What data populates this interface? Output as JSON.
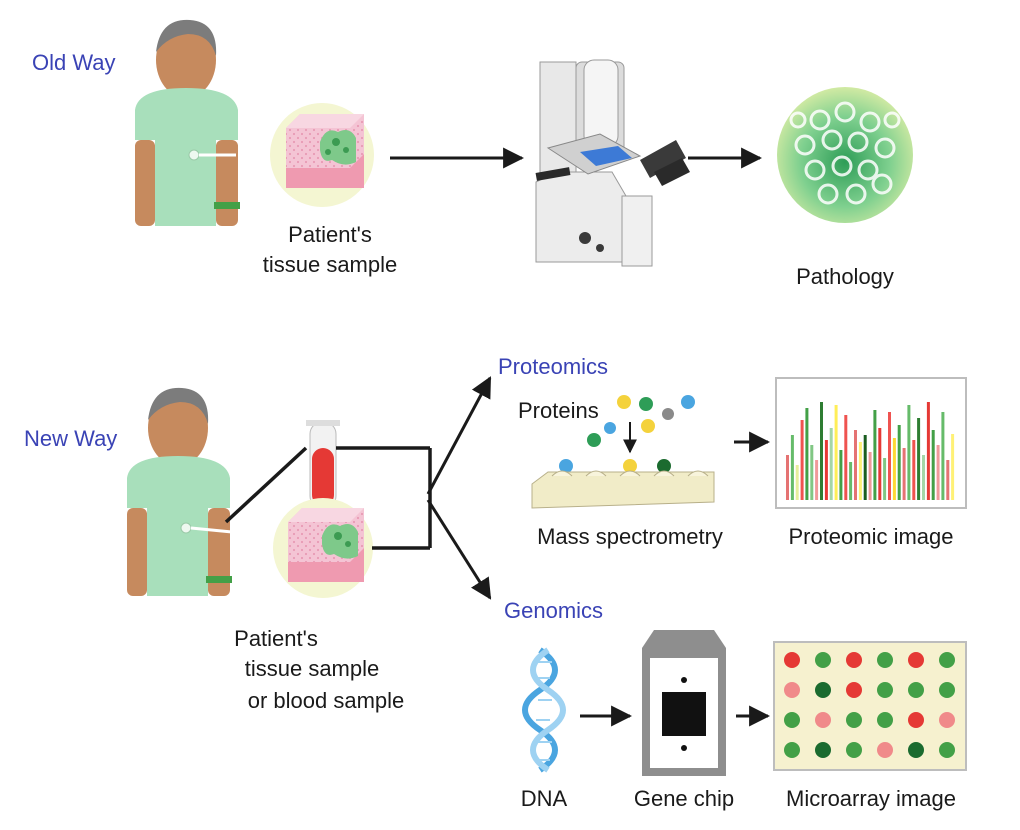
{
  "old_way": {
    "label": "Old Way",
    "sample_label": [
      "Patient's",
      "tissue sample"
    ],
    "result_label": "Pathology"
  },
  "new_way": {
    "label": "New Way",
    "sample_label": [
      "Patient's",
      "tissue sample",
      "or blood sample"
    ],
    "proteomics": {
      "title": "Proteomics",
      "proteins_label": "Proteins",
      "instrument_label": "Mass spectrometry",
      "result_label": "Proteomic image"
    },
    "genomics": {
      "title": "Genomics",
      "dna_label": "DNA",
      "chip_label": "Gene chip",
      "result_label": "Microarray image"
    }
  },
  "colors": {
    "title_blue": "#3a43b5",
    "skin": "#c68a5e",
    "hair": "#7c7c7c",
    "shirt": "#a8dfbb",
    "red": "#e53935",
    "green": "#43a047",
    "dark_green": "#1b6b2f",
    "pink": "#f08a8a"
  },
  "microarray": {
    "rows": [
      [
        "red",
        "green",
        "red",
        "green",
        "red",
        "green"
      ],
      [
        "pink",
        "dark_green",
        "red",
        "green",
        "green",
        "green"
      ],
      [
        "green",
        "pink",
        "green",
        "green",
        "red",
        "pink"
      ],
      [
        "green",
        "dark_green",
        "green",
        "pink",
        "dark_green",
        "green"
      ]
    ]
  },
  "proteomic_bars": [
    [
      "#e57373",
      45
    ],
    [
      "#66bb6a",
      65
    ],
    [
      "#e6ee9c",
      35
    ],
    [
      "#ef5350",
      80
    ],
    [
      "#43a047",
      92
    ],
    [
      "#81c784",
      55
    ],
    [
      "#ef9a9a",
      40
    ],
    [
      "#2e7d32",
      98
    ],
    [
      "#e53935",
      60
    ],
    [
      "#a5d6a7",
      72
    ],
    [
      "#ffee58",
      95
    ],
    [
      "#43a047",
      50
    ],
    [
      "#ef5350",
      85
    ],
    [
      "#66bb6a",
      38
    ],
    [
      "#e57373",
      70
    ],
    [
      "#fff176",
      58
    ],
    [
      "#1b5e20",
      65
    ],
    [
      "#ef9a9a",
      48
    ],
    [
      "#43a047",
      90
    ],
    [
      "#e53935",
      72
    ],
    [
      "#81c784",
      42
    ],
    [
      "#ef5350",
      88
    ],
    [
      "#fdd835",
      62
    ],
    [
      "#43a047",
      75
    ],
    [
      "#e57373",
      52
    ],
    [
      "#66bb6a",
      95
    ],
    [
      "#ef5350",
      60
    ],
    [
      "#2e7d32",
      82
    ],
    [
      "#a5d6a7",
      45
    ],
    [
      "#e53935",
      98
    ],
    [
      "#43a047",
      70
    ],
    [
      "#ef9a9a",
      55
    ],
    [
      "#66bb6a",
      88
    ],
    [
      "#e57373",
      40
    ],
    [
      "#fff176",
      66
    ]
  ]
}
